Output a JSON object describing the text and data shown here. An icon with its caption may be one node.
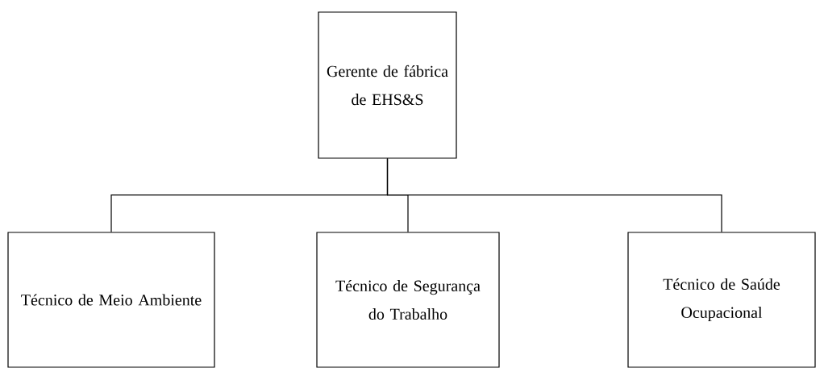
{
  "diagram": {
    "nodes": [
      {
        "text": [
          "Gerente de fábrica de EHS&S"
        ]
      },
      {
        "text": [
          "Técnico de Meio Ambiente"
        ]
      },
      {
        "text": [
          "Técnico de Segurança do Trabalho"
        ]
      },
      {
        "text": [
          "Técnico de Saúde Ocupacional"
        ]
      }
    ],
    "edges": [
      {
        "from": 0,
        "to": 1,
        "arrow": "none"
      },
      {
        "from": 0,
        "to": 2,
        "arrow": "none"
      },
      {
        "from": 0,
        "to": 3,
        "arrow": "none"
      }
    ]
  }
}
